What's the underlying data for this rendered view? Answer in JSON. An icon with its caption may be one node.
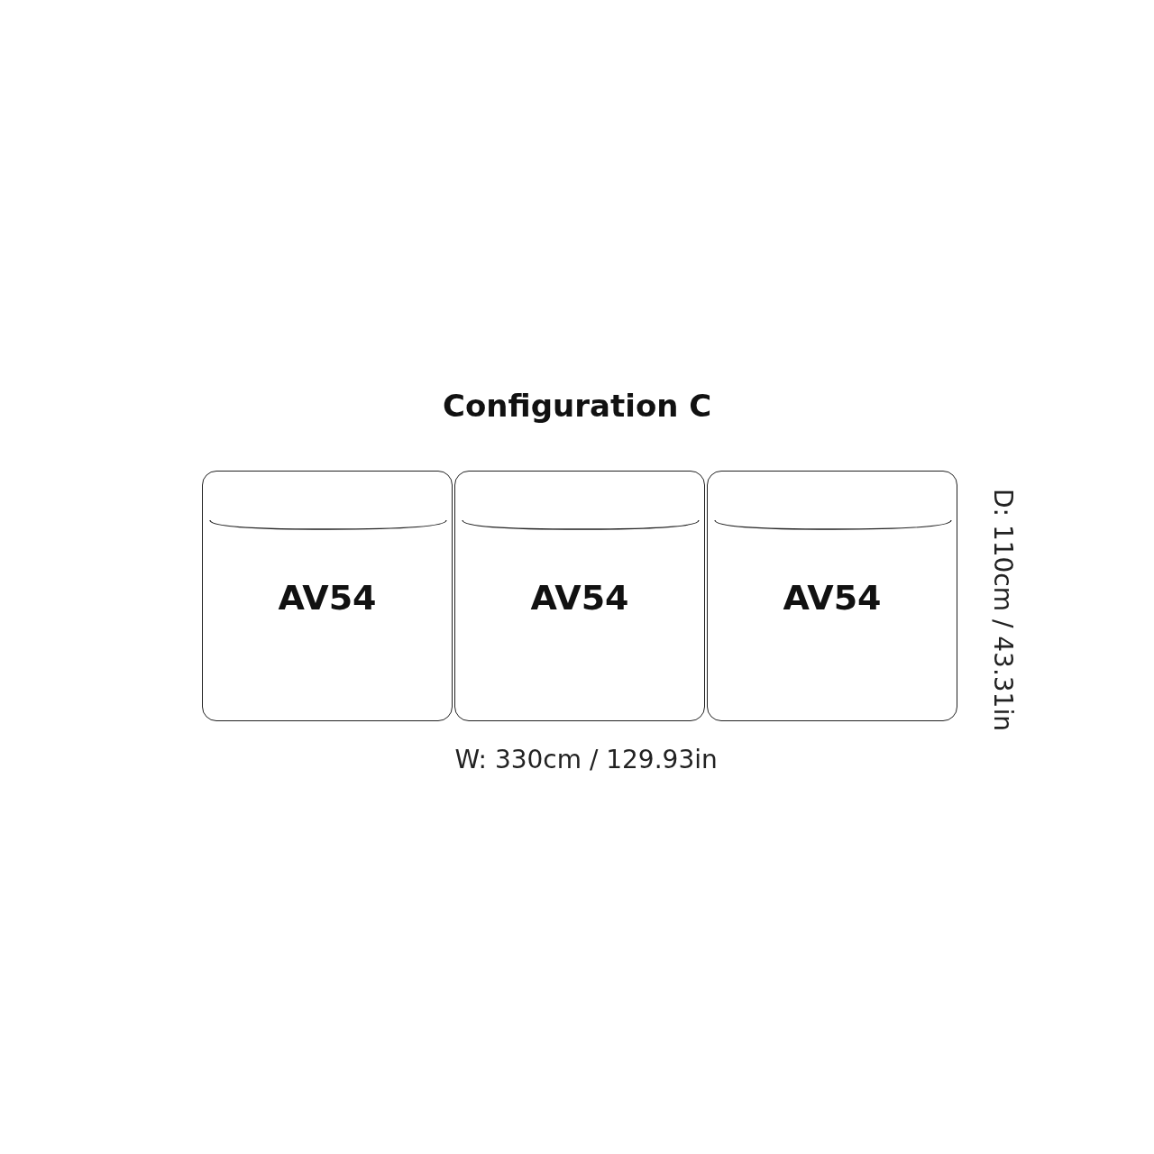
{
  "diagram": {
    "title": "Configuration C",
    "nodes": [
      {
        "text": [
          "AV54"
        ]
      },
      {
        "text": [
          "AV54"
        ]
      },
      {
        "text": [
          "AV54"
        ]
      }
    ],
    "labels": [
      "W: 330cm / 129.93in",
      "D: 110cm / 43.31in"
    ]
  }
}
